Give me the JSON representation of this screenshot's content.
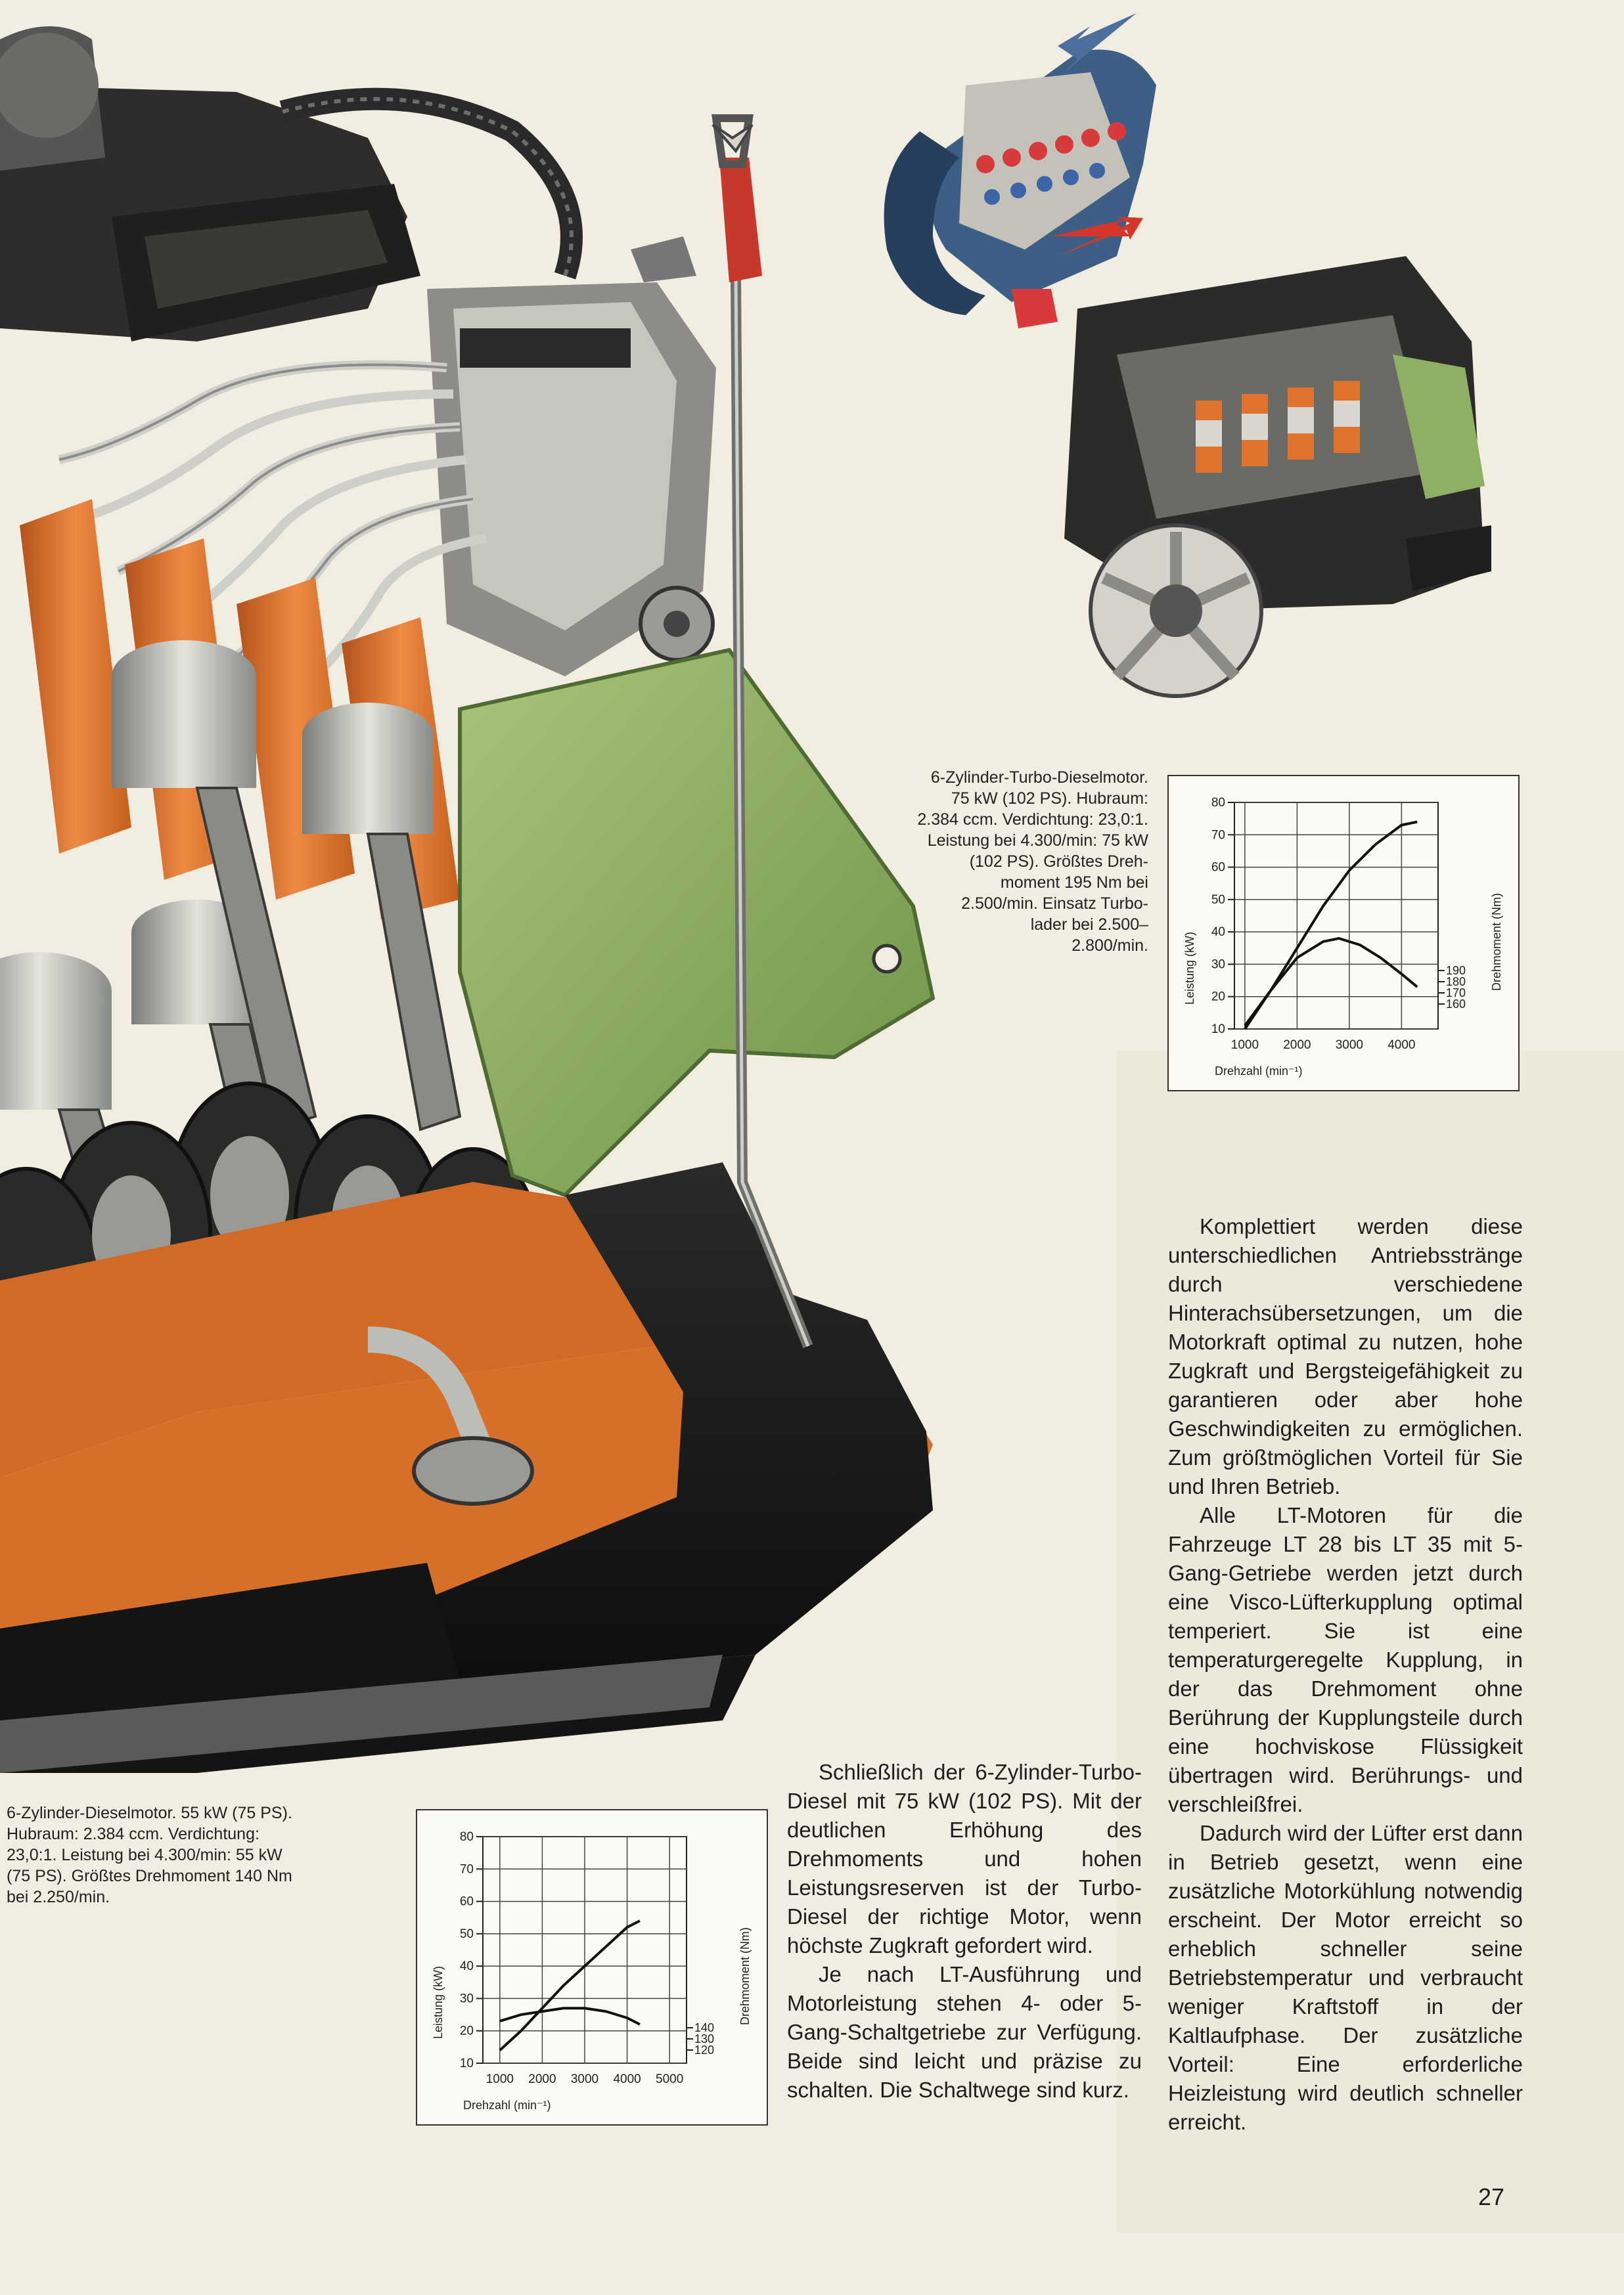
{
  "page": {
    "number": "27"
  },
  "captions": {
    "turbo": "6-Zylinder-Turbo-Dieselmotor.\n75 kW (102 PS). Hubraum:\n2.384 ccm. Verdichtung: 23,0:1.\nLeistung bei 4.300/min: 75 kW\n(102 PS). Größtes Dreh-\nmoment 195 Nm bei\n2.500/min. Einsatz Turbo-\nlader bei 2.500–\n2.800/min.",
    "diesel": "6-Zylinder-Dieselmotor. 55 kW (75 PS).\nHubraum: 2.384 ccm. Verdichtung:\n23,0:1. Leistung bei 4.300/min: 55 kW\n(75 PS). Größtes Drehmoment 140 Nm\nbei 2.250/min."
  },
  "text_middle": [
    "Schließlich der 6-Zylinder-Turbo-Diesel mit 75 kW (102 PS). Mit der deutlichen Erhöhung des Drehmoments und hohen Leistungsreserven ist der Turbo-Diesel der richtige Motor, wenn höchste Zugkraft gefordert wird.",
    "Je nach LT-Ausführung und Motorleistung stehen 4- oder 5-Gang-Schaltgetriebe zur Verfügung. Beide sind leicht und präzise zu schalten. Die Schaltwege sind kurz."
  ],
  "text_right": [
    "Komplettiert werden diese unterschiedlichen Antriebsstränge durch verschiedene Hinterachsübersetzungen, um die Motorkraft optimal zu nutzen, hohe Zugkraft und Bergsteigefähigkeit zu garantieren oder aber hohe Geschwindigkeiten zu ermöglichen. Zum größtmöglichen Vorteil für Sie und Ihren Betrieb.",
    "Alle LT-Motoren für die Fahrzeuge LT 28 bis LT 35 mit 5-Gang-Getriebe werden jetzt durch eine Visco-Lüfterkupplung optimal temperiert. Sie ist eine temperaturgeregelte Kupplung, in der das Drehmoment ohne Berührung der Kupplungsteile durch eine hochviskose Flüssigkeit übertragen wird. Berührungs- und verschleißfrei.",
    "Dadurch wird der Lüfter erst dann in Betrieb gesetzt, wenn eine zusätzliche Motorkühlung notwendig erscheint. Der Motor erreicht so erheblich schneller seine Betriebstemperatur und verbraucht weniger Kraftstoff in der Kaltlaufphase. Der zusätzliche Vorteil: Eine erforderliche Heizleistung wird deutlich schneller erreicht."
  ],
  "colors": {
    "engine_orange": "#e0742e",
    "housing_green": "#8fb064",
    "pan_black": "#1c1c1c",
    "steel": "#b8b8b4",
    "arrow_blue": "#4d6f9e",
    "arrow_red": "#d4362c"
  },
  "chart_data": [
    {
      "type": "line",
      "title": "",
      "xlabel": "Drehzahl (min⁻¹)",
      "ylabel": "Leistung (kW)",
      "y2label": "Drehmoment (Nm)",
      "x_ticks": [
        1000,
        2000,
        3000,
        4000
      ],
      "y_ticks": [
        10,
        20,
        30,
        40,
        50,
        60,
        70,
        80
      ],
      "y2_ticks": [
        160,
        170,
        180,
        190
      ],
      "xlim": [
        800,
        4700
      ],
      "ylim": [
        10,
        80
      ],
      "grid": true,
      "series": [
        {
          "axis": "left",
          "x": [
            1000,
            1500,
            2000,
            2500,
            3000,
            3500,
            4000,
            4300
          ],
          "y": [
            11,
            22,
            35,
            48,
            59,
            67,
            73,
            74
          ]
        },
        {
          "axis": "left",
          "x": [
            1000,
            1500,
            2000,
            2500,
            2800,
            3200,
            3600,
            4000,
            4300
          ],
          "y": [
            10,
            22,
            32,
            37,
            38,
            36,
            32,
            27,
            23
          ]
        }
      ]
    },
    {
      "type": "line",
      "title": "",
      "xlabel": "Drehzahl (min⁻¹)",
      "ylabel": "Leistung (kW)",
      "y2label": "Drehmoment (Nm)",
      "x_ticks": [
        1000,
        2000,
        3000,
        4000,
        5000
      ],
      "y_ticks": [
        10,
        20,
        30,
        40,
        50,
        60,
        70,
        80
      ],
      "y2_ticks": [
        120,
        130,
        140
      ],
      "xlim": [
        600,
        5400
      ],
      "ylim": [
        10,
        80
      ],
      "grid": true,
      "series": [
        {
          "axis": "left",
          "x": [
            1000,
            1500,
            2000,
            2500,
            3000,
            3500,
            4000,
            4300
          ],
          "y": [
            14,
            20,
            27,
            34,
            40,
            46,
            52,
            54
          ]
        },
        {
          "axis": "left",
          "x": [
            1000,
            1500,
            2000,
            2500,
            3000,
            3500,
            4000,
            4300
          ],
          "y": [
            23,
            25,
            26,
            27,
            27,
            26,
            24,
            22
          ]
        }
      ]
    }
  ]
}
